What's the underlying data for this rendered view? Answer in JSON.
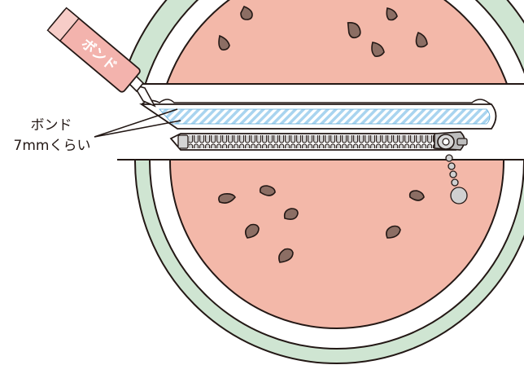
{
  "tube_label": "ボンド",
  "callout": {
    "line1": "ボンド",
    "line2": "7mmくらい"
  },
  "colors": {
    "rind": "#cfe5d2",
    "flesh": "#f3b8a9",
    "seed": "#8c6e64",
    "outline": "#231815",
    "glue": "#a9d4ef",
    "tube": "#f3b3ad",
    "zipper_metal": "#bdbdbd"
  }
}
